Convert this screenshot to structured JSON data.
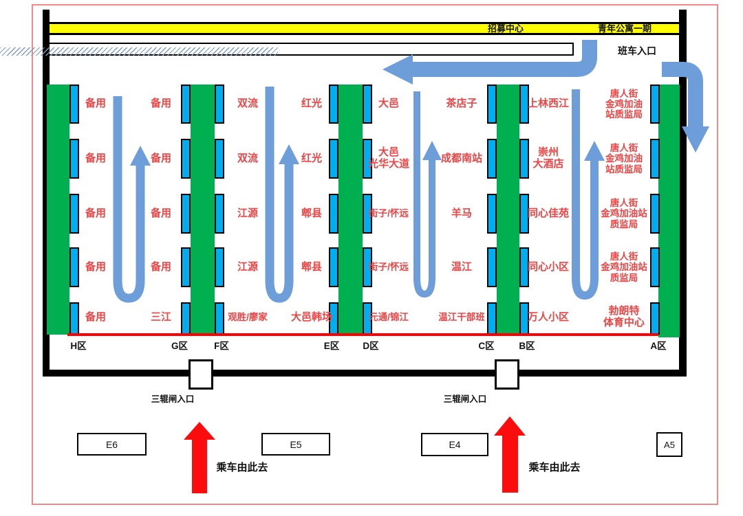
{
  "header": {
    "recruit_center_label": "招募中心",
    "youth_apartment_label": "青年公寓一期",
    "shuttle_entrance_label": "班车入口"
  },
  "zones": [
    {
      "id": "H",
      "label": "H区"
    },
    {
      "id": "G",
      "label": "G区"
    },
    {
      "id": "F",
      "label": "F区"
    },
    {
      "id": "E",
      "label": "E区"
    },
    {
      "id": "D",
      "label": "D区"
    },
    {
      "id": "C",
      "label": "C区"
    },
    {
      "id": "B",
      "label": "B区"
    },
    {
      "id": "A",
      "label": "A区"
    }
  ],
  "destination_columns": [
    {
      "zone": "H",
      "labels": [
        "备用",
        "备用",
        "备用",
        "备用",
        "备用"
      ]
    },
    {
      "zone": "G",
      "labels": [
        "备用",
        "备用",
        "备用",
        "备用",
        "三江"
      ]
    },
    {
      "zone": "F",
      "labels": [
        "双流",
        "双流",
        "江源",
        "江源",
        "观胜/廖家"
      ]
    },
    {
      "zone": "E",
      "labels": [
        "红光",
        "红光",
        "郫县",
        "郫县",
        "大邑韩场"
      ]
    },
    {
      "zone": "D",
      "labels": [
        "大邑",
        "大邑\n光华大道",
        "街子/怀远",
        "街子/怀远",
        "元通/锦江"
      ]
    },
    {
      "zone": "C",
      "labels": [
        "茶店子",
        "成都南站",
        "羊马",
        "温江",
        "温江干部班"
      ]
    },
    {
      "zone": "B",
      "labels": [
        "上林西江",
        "崇州\n大酒店",
        "同心佳苑",
        "同心小区",
        "万人小区"
      ]
    },
    {
      "zone": "A",
      "labels": [
        "唐人街\n金鸡加油\n站质监局",
        "唐人街\n金鸡加油\n站质监局",
        "唐人街\n金鸡加油站\n质监局",
        "唐人街\n金鸡加油站\n质监局",
        "勃朗特\n体育中心"
      ]
    }
  ],
  "turnstiles": [
    {
      "label": "三辊闸入口"
    },
    {
      "label": "三辊闸入口"
    }
  ],
  "boarding_arrows": [
    {
      "label": "乘车由此去"
    },
    {
      "label": "乘车由此去"
    }
  ],
  "stand_boxes": [
    {
      "label": "E6"
    },
    {
      "label": "E5"
    },
    {
      "label": "E4"
    },
    {
      "label": "A5"
    }
  ],
  "colors": {
    "platform_green": "#00B050",
    "berth_blue": "#00AEEF",
    "flow_arrow_blue": "#6D9ED9",
    "destination_red": "#F04343",
    "stop_line_red": "#FF0000",
    "boarding_arrow_red": "#FB0D0D",
    "banner_yellow": "#FFFF00",
    "outer_border_pink": "#F08A8A",
    "wall_black": "#000000"
  }
}
